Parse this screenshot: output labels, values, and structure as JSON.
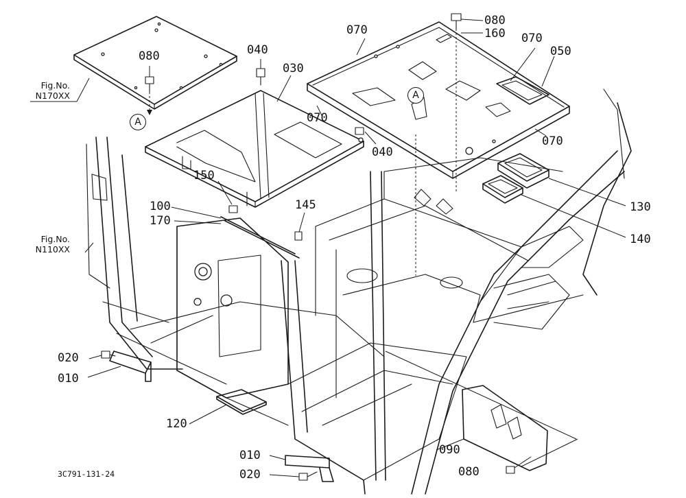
{
  "callouts": {
    "p010a": "010",
    "p010b": "010",
    "p020a": "020",
    "p020b": "020",
    "p030": "030",
    "p040a": "040",
    "p040b": "040",
    "p050": "050",
    "p070a": "070",
    "p070b": "070",
    "p070c": "070",
    "p070d": "070",
    "p080a": "080",
    "p080b": "080",
    "p080c": "080",
    "p090": "090",
    "p100": "100",
    "p120": "120",
    "p130": "130",
    "p140": "140",
    "p145": "145",
    "p150": "150",
    "p160": "160",
    "p170": "170"
  },
  "figure_refs": {
    "fig1_label": "Fig.No.",
    "fig1_number": "N170XX",
    "fig2_label": "Fig.No.",
    "fig2_number": "N110XX"
  },
  "ref_marks": {
    "a1": "A",
    "a2": "A"
  },
  "drawing_code": "3C791-131-24"
}
